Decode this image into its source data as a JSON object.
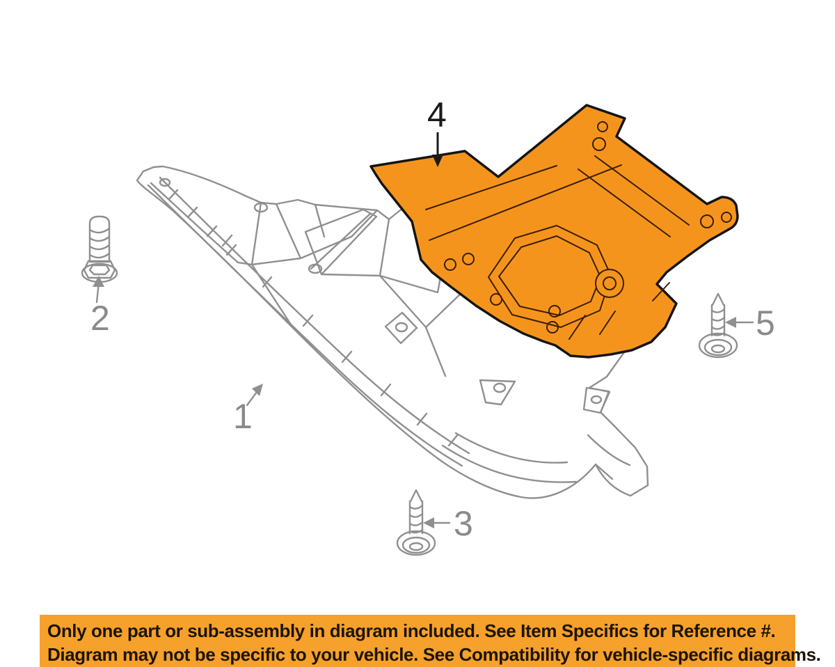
{
  "diagram": {
    "callouts": [
      {
        "number": "1",
        "highlighted": false
      },
      {
        "number": "2",
        "highlighted": false
      },
      {
        "number": "3",
        "highlighted": false
      },
      {
        "number": "4",
        "highlighted": true
      },
      {
        "number": "5",
        "highlighted": false
      }
    ],
    "colors": {
      "highlight_part": "#F5941D",
      "line_art_gray": "#8F8F8F",
      "callout_gray": "#8A8A8A",
      "callout_black": "#1A1A1A",
      "part_outline": "#141414",
      "part_crease": "#3A1E00"
    }
  },
  "banner": {
    "line1": "Only one part or sub-assembly in diagram included. See Item Specifics for Reference #.",
    "line2": "Diagram may not be specific to your vehicle. See Compatibility for vehicle-specific diagrams.",
    "colors": {
      "background": "#F5A12B",
      "text": "#1D1405"
    }
  }
}
